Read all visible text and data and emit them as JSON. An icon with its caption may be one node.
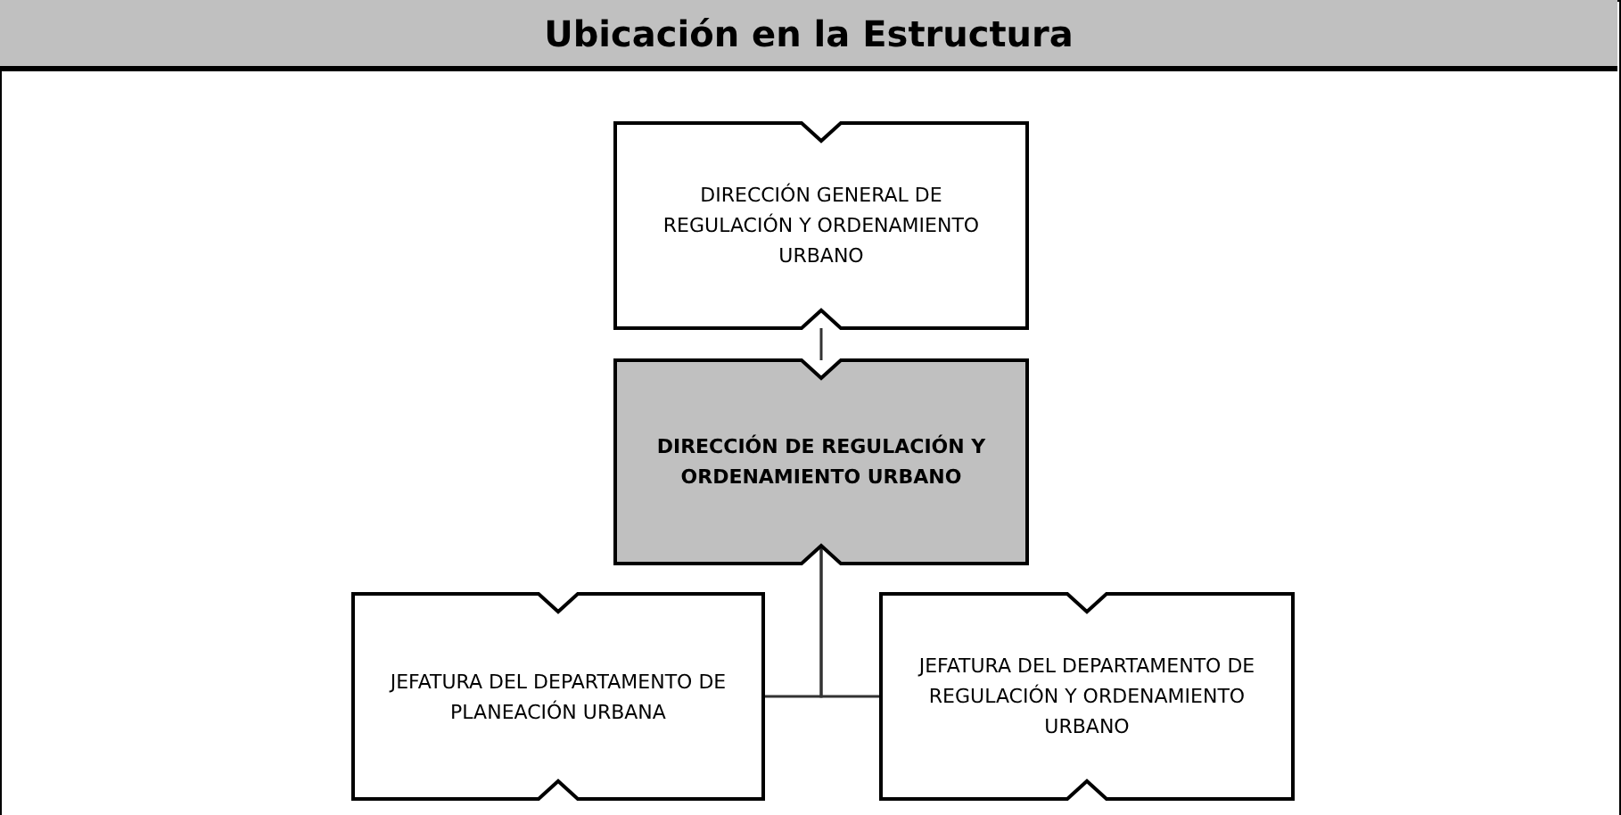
{
  "diagram": {
    "title": "Ubicación en la Estructura",
    "nodes": [
      {
        "text": [
          "DIRECCIÓN GENERAL DE REGULACIÓN Y ORDENAMIENTO URBANO"
        ]
      },
      {
        "text": [
          "DIRECCIÓN DE REGULACIÓN Y ORDENAMIENTO URBANO"
        ]
      },
      {
        "text": [
          "JEFATURA DEL DEPARTAMENTO DE PLANEACIÓN URBANA"
        ]
      },
      {
        "text": [
          "JEFATURA DEL DEPARTAMENTO DE REGULACIÓN Y ORDENAMIENTO URBANO"
        ]
      }
    ],
    "edges": [
      {
        "from": 0,
        "to": 1,
        "arrow": "none"
      },
      {
        "from": 1,
        "to": 2,
        "arrow": "none"
      },
      {
        "from": 1,
        "to": 3,
        "arrow": "none"
      }
    ]
  }
}
